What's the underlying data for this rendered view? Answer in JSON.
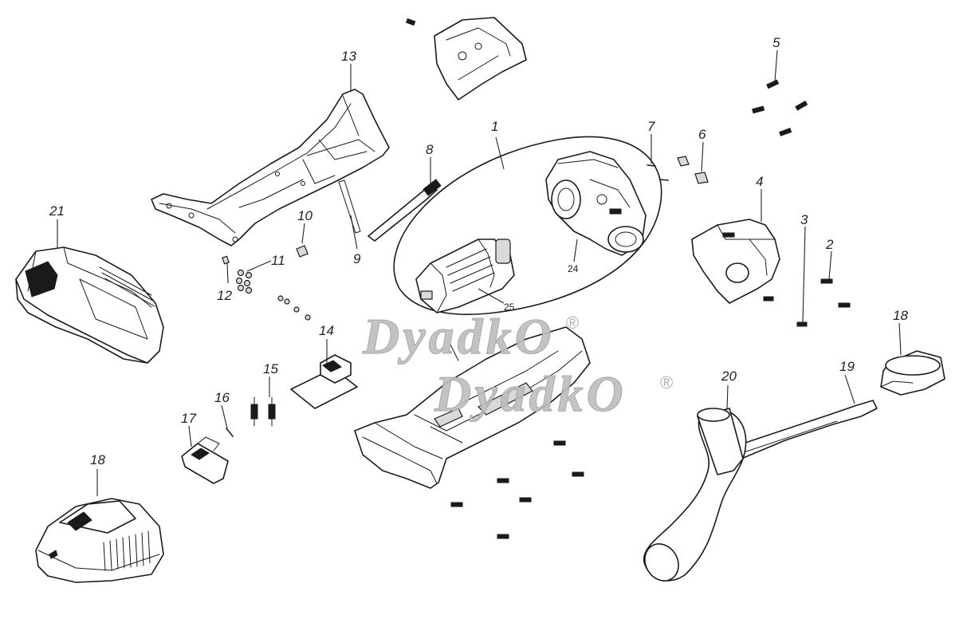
{
  "diagram": {
    "labels": {
      "l1": "1",
      "l2": "2",
      "l3": "3",
      "l4": "4",
      "l5": "5",
      "l6": "6",
      "l7": "7",
      "l8": "8",
      "l9": "9",
      "l10": "10",
      "l11": "11",
      "l12": "12",
      "l13": "13",
      "l14": "14",
      "l15": "15",
      "l16": "16",
      "l17": "17",
      "l18a": "18",
      "l18b": "18",
      "l19": "19",
      "l20": "20",
      "l21": "21",
      "l24": "24",
      "l25": "25"
    },
    "watermark": {
      "text": "DyadkO",
      "registered": "®"
    }
  }
}
